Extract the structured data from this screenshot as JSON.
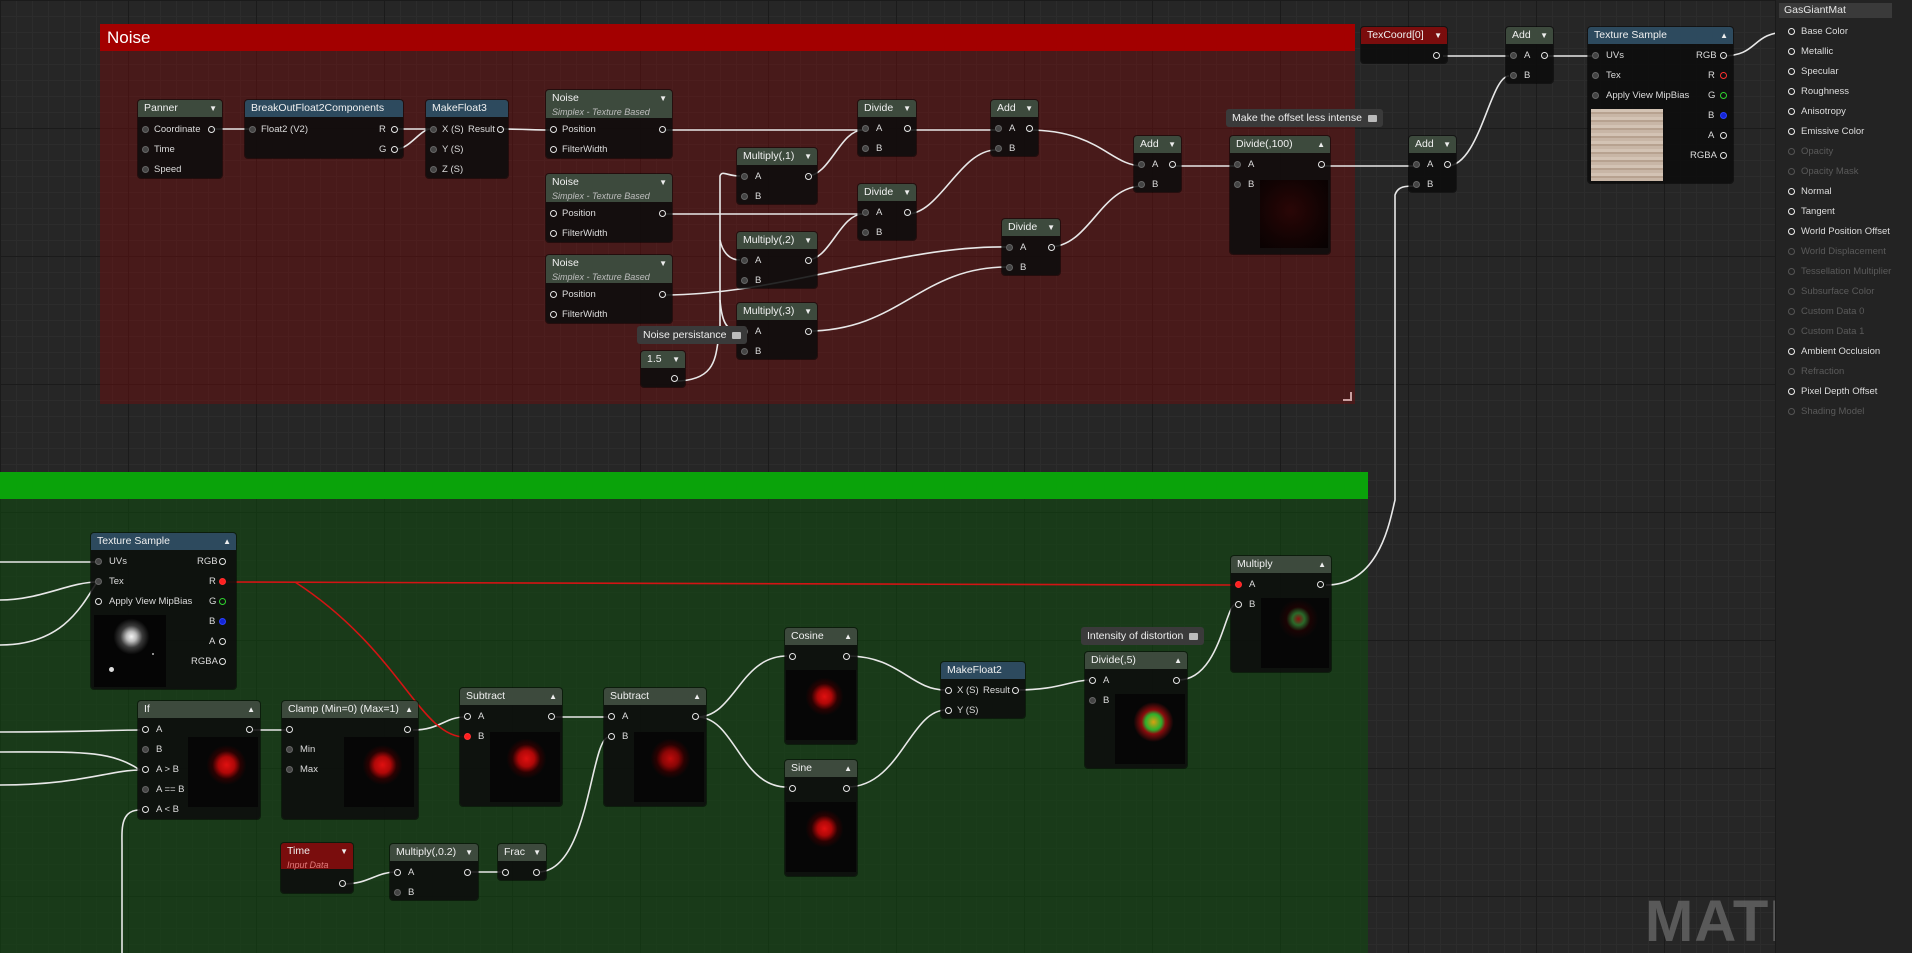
{
  "comments": {
    "noise_title": "Noise",
    "green_title": ""
  },
  "nodes": {
    "panner": {
      "title": "Panner",
      "pins": [
        "Coordinate",
        "Time",
        "Speed"
      ]
    },
    "breakout": {
      "title": "BreakOutFloat2Components",
      "in": "Float2 (V2)",
      "outs": [
        "R",
        "G"
      ]
    },
    "makefloat3": {
      "title": "MakeFloat3",
      "pins": [
        "X (S)",
        "Y (S)",
        "Z (S)"
      ],
      "out": "Result"
    },
    "noise1": {
      "title": "Noise",
      "subtitle": "Simplex - Texture Based",
      "pins": [
        "Position",
        "FilterWidth"
      ]
    },
    "noise2": {
      "title": "Noise",
      "subtitle": "Simplex - Texture Based",
      "pins": [
        "Position",
        "FilterWidth"
      ]
    },
    "noise3": {
      "title": "Noise",
      "subtitle": "Simplex - Texture Based",
      "pins": [
        "Position",
        "FilterWidth"
      ]
    },
    "multiply1": {
      "title": "Multiply(,1)",
      "pins": [
        "A",
        "B"
      ]
    },
    "multiply2": {
      "title": "Multiply(,2)",
      "pins": [
        "A",
        "B"
      ]
    },
    "multiply3": {
      "title": "Multiply(,3)",
      "pins": [
        "A",
        "B"
      ]
    },
    "divide1": {
      "title": "Divide",
      "pins": [
        "A",
        "B"
      ]
    },
    "divide2": {
      "title": "Divide",
      "pins": [
        "A",
        "B"
      ]
    },
    "divide3": {
      "title": "Divide",
      "pins": [
        "A",
        "B"
      ]
    },
    "add1": {
      "title": "Add",
      "pins": [
        "A",
        "B"
      ]
    },
    "add2": {
      "title": "Add",
      "pins": [
        "A",
        "B"
      ]
    },
    "add3": {
      "title": "Add",
      "pins": [
        "A",
        "B"
      ]
    },
    "add_top": {
      "title": "Add",
      "pins": [
        "A",
        "B"
      ]
    },
    "divide100": {
      "title": "Divide(,100)",
      "pins": [
        "A",
        "B"
      ]
    },
    "const15": {
      "title": "1.5"
    },
    "texcoord": {
      "title": "TexCoord[0]"
    },
    "texsample_top": {
      "title": "Texture Sample",
      "ins": [
        "UVs",
        "Tex",
        "Apply View MipBias"
      ],
      "outs": [
        "RGB",
        "R",
        "G",
        "B",
        "A",
        "RGBA"
      ]
    },
    "texsample_bottom": {
      "title": "Texture Sample",
      "ins": [
        "UVs",
        "Tex",
        "Apply View MipBias"
      ],
      "outs": [
        "RGB",
        "R",
        "G",
        "B",
        "A",
        "RGBA"
      ]
    },
    "if": {
      "title": "If",
      "pins": [
        "A",
        "B",
        "A > B",
        "A == B",
        "A < B"
      ]
    },
    "clamp": {
      "title": "Clamp (Min=0) (Max=1)",
      "pins": [
        "",
        "Min",
        "Max"
      ]
    },
    "subtract1": {
      "title": "Subtract",
      "pins": [
        "A",
        "B"
      ]
    },
    "subtract2": {
      "title": "Subtract",
      "pins": [
        "A",
        "B"
      ]
    },
    "cosine": {
      "title": "Cosine"
    },
    "sine": {
      "title": "Sine"
    },
    "makefloat2": {
      "title": "MakeFloat2",
      "pins": [
        "X (S)",
        "Y (S)"
      ],
      "out": "Result"
    },
    "divide5": {
      "title": "Divide(,5)",
      "pins": [
        "A",
        "B"
      ]
    },
    "multiply_bottom": {
      "title": "Multiply",
      "pins": [
        "A",
        "B"
      ]
    },
    "time": {
      "title": "Time",
      "subtitle": "Input Data"
    },
    "multiply02": {
      "title": "Multiply(,0.2)",
      "pins": [
        "A",
        "B"
      ]
    },
    "frac": {
      "title": "Frac"
    }
  },
  "bubbles": {
    "offset": "Make the offset less intense",
    "persistance": "Noise persistance",
    "distortion": "Intensity of distortion"
  },
  "result": {
    "title": "GasGiantMat",
    "inputs": [
      {
        "label": "Base Color",
        "enabled": true
      },
      {
        "label": "Metallic",
        "enabled": true
      },
      {
        "label": "Specular",
        "enabled": true
      },
      {
        "label": "Roughness",
        "enabled": true
      },
      {
        "label": "Anisotropy",
        "enabled": true
      },
      {
        "label": "Emissive Color",
        "enabled": true
      },
      {
        "label": "Opacity",
        "enabled": false
      },
      {
        "label": "Opacity Mask",
        "enabled": false
      },
      {
        "label": "Normal",
        "enabled": true
      },
      {
        "label": "Tangent",
        "enabled": true
      },
      {
        "label": "World Position Offset",
        "enabled": true
      },
      {
        "label": "World Displacement",
        "enabled": false
      },
      {
        "label": "Tessellation Multiplier",
        "enabled": false
      },
      {
        "label": "Subsurface Color",
        "enabled": false
      },
      {
        "label": "Custom Data 0",
        "enabled": false
      },
      {
        "label": "Custom Data 1",
        "enabled": false
      },
      {
        "label": "Ambient Occlusion",
        "enabled": true
      },
      {
        "label": "Refraction",
        "enabled": false
      },
      {
        "label": "Pixel Depth Offset",
        "enabled": true
      },
      {
        "label": "Shading Model",
        "enabled": false
      }
    ]
  },
  "watermark": "MATERIAL",
  "colors": {
    "noise_comment": "#a30000",
    "green_comment": "#0aa30a",
    "red_wire": "#d31414",
    "wire": "#e8e8e8"
  }
}
